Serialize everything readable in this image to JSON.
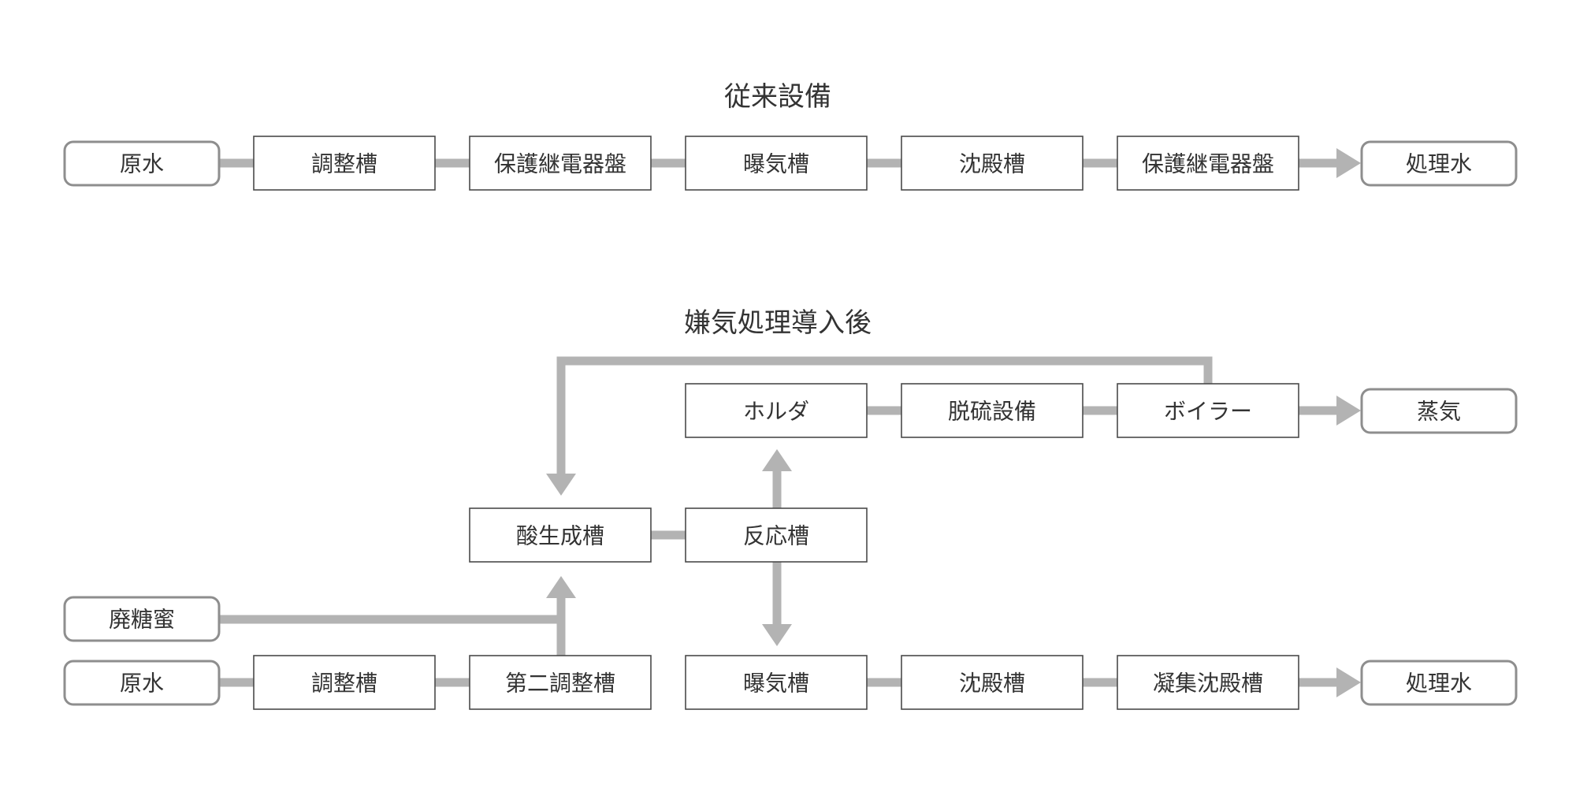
{
  "conventional": {
    "title": "従来設備",
    "nodes": [
      "原水",
      "調整槽",
      "保護継電器盤",
      "曝気槽",
      "沈殿槽",
      "保護継電器盤",
      "処理水"
    ]
  },
  "anaerobic": {
    "title": "嫌気処理導入後",
    "raw_water": "原水",
    "adjust_tank": "調整槽",
    "second_adjust_tank": "第二調整槽",
    "molasses": "廃糖蜜",
    "acid_tank": "酸生成槽",
    "reactor": "反応槽",
    "holder": "ホルダ",
    "desulfurization": "脱硫設備",
    "boiler": "ボイラー",
    "steam": "蒸気",
    "aeration_tank": "曝気槽",
    "settling_tank": "沈殿槽",
    "coag_settling_tank": "凝集沈殿槽",
    "treated_water": "処理水"
  }
}
